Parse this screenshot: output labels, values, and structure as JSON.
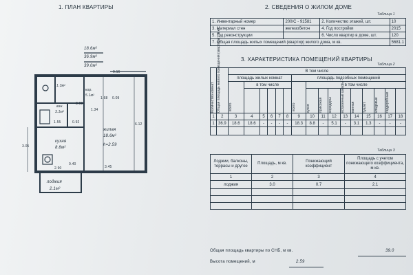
{
  "plan_title": "1. ПЛАН КВАРТИРЫ",
  "plan_summary": {
    "living": "18.6м²",
    "total": "36.9м²",
    "with_loggia": "39.0м²"
  },
  "plan_labels": {
    "kor": "кор.",
    "kor_area": "5.1м²",
    "van": "ван.",
    "van_area": "3.1м²",
    "zhilaya": "жилая",
    "zhilaya_area": "18.6м²",
    "h": "h=2.59",
    "kukhnya": "кухня",
    "kukhnya_area": "8.8м²",
    "lodzhiya": "лоджия",
    "lodzhiya_area": "2.1м²",
    "sanuzel_area": "1.3м²"
  },
  "plan_dims": [
    "0.16",
    "1.68",
    "1.34",
    "0.09",
    "0.92",
    "1.55",
    "3.08",
    "6.12",
    "3.05",
    "2.90",
    "0.40",
    "3.45"
  ],
  "section2": {
    "title": "2. СВЕДЕНИЯ О ЖИЛОМ ДОМЕ",
    "table_label": "Таблица 1",
    "rows": [
      {
        "a": "1. Инвентарный номер",
        "b": "200/С - 91581",
        "c": "2. Количество этажей, шт.",
        "d": "10"
      },
      {
        "a": "3. Материал стен",
        "b": "железобетон",
        "c": "4. Год постройки",
        "d": "2015"
      },
      {
        "a": "5. Год реконструкции",
        "b": "",
        "c": "6. Число квартир в доме, шт.",
        "d": "120"
      }
    ],
    "last_row_label": "7. Общая площадь жилых помещений (квартир) жилого дома, м кв.",
    "last_row_value": "5681.1"
  },
  "section3": {
    "title": "3. ХАРАКТЕРИСТИКА ПОМЕЩЕНИЙ КВАРТИРЫ",
    "table_label": "Таблица 2",
    "header_v_count": "Количество комнат",
    "header_total": "Общая площадь жилого помещения (квартиры), м кв.",
    "header_incl": "В том числе",
    "header_living": "площадь жилых комнат",
    "header_aux": "площадь подсобных помещений",
    "header_vsego": "всего",
    "header_incl2": "в том числе",
    "aux_columns": [
      "кухня",
      "прихожая",
      "коридоры",
      "встроенные шкафы",
      "ванная",
      "туалет",
      "кладовые",
      "гардеробные"
    ],
    "col_numbers": [
      "1",
      "2",
      "3",
      "4",
      "5",
      "6",
      "7",
      "8",
      "9",
      "10",
      "11",
      "12",
      "13",
      "14",
      "15",
      "16",
      "17",
      "18"
    ],
    "data_row": [
      "1",
      "36.9",
      "18.6",
      "18.6",
      "-",
      "-",
      "-",
      "-",
      "18.3",
      "8.8",
      "-",
      "5.1",
      "-",
      "3.1",
      "1.3",
      "-",
      "-",
      "-"
    ]
  },
  "table3": {
    "label": "Таблица 3",
    "headers": [
      "Лоджии, балконы, террасы и другое",
      "Площадь, м кв.",
      "Понижающий коэффициент",
      "Площадь с учетом понижающего коэффициента, м кв."
    ],
    "col_numbers": [
      "1",
      "2",
      "3",
      "4"
    ],
    "row": [
      "лоджия",
      "3.0",
      "0.7",
      "2.1"
    ]
  },
  "footer": {
    "total_label": "Общая площадь квартиры по СНБ, м кв.",
    "total_value": "39.0",
    "height_label": "Высота помещений, м",
    "height_value": "2.59"
  }
}
